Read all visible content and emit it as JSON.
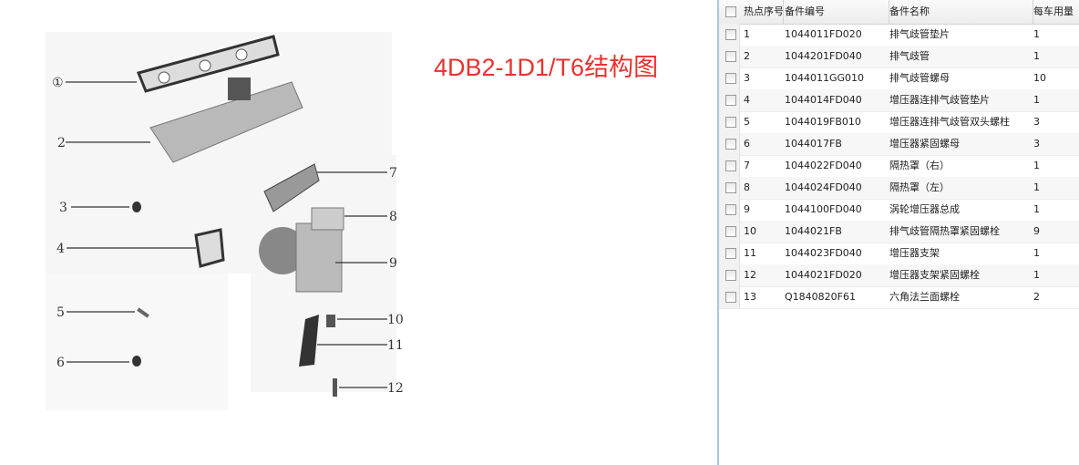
{
  "title": "4DB2-1D1/T6结构图",
  "diagram": {
    "callouts": [
      "①",
      "2",
      "3",
      "4",
      "5",
      "6",
      "7",
      "8",
      "9",
      "10",
      "11",
      "12"
    ]
  },
  "table": {
    "headers": [
      "热点序号",
      "备件编号",
      "备件名称",
      "每车用量"
    ],
    "rows": [
      [
        "1",
        "1044011FD020",
        "排气歧管垫片",
        "1"
      ],
      [
        "2",
        "1044201FD040",
        "排气歧管",
        "1"
      ],
      [
        "3",
        "1044011GG010",
        "排气歧管螺母",
        "10"
      ],
      [
        "4",
        "1044014FD040",
        "增压器连排气歧管垫片",
        "1"
      ],
      [
        "5",
        "1044019FB010",
        "增压器连排气歧管双头螺柱",
        "3"
      ],
      [
        "6",
        "1044017FB",
        "增压器紧固螺母",
        "3"
      ],
      [
        "7",
        "1044022FD040",
        "隔热罩（右）",
        "1"
      ],
      [
        "8",
        "1044024FD040",
        "隔热罩（左）",
        "1"
      ],
      [
        "9",
        "1044100FD040",
        "涡轮增压器总成",
        "1"
      ],
      [
        "10",
        "1044021FB",
        "排气歧管隔热罩紧固螺栓",
        "9"
      ],
      [
        "11",
        "1044023FD040",
        "增压器支架",
        "1"
      ],
      [
        "12",
        "1044021FD020",
        "增压器支架紧固螺栓",
        "1"
      ],
      [
        "13",
        "Q1840820F61",
        "六角法兰面螺栓",
        "2"
      ]
    ]
  }
}
